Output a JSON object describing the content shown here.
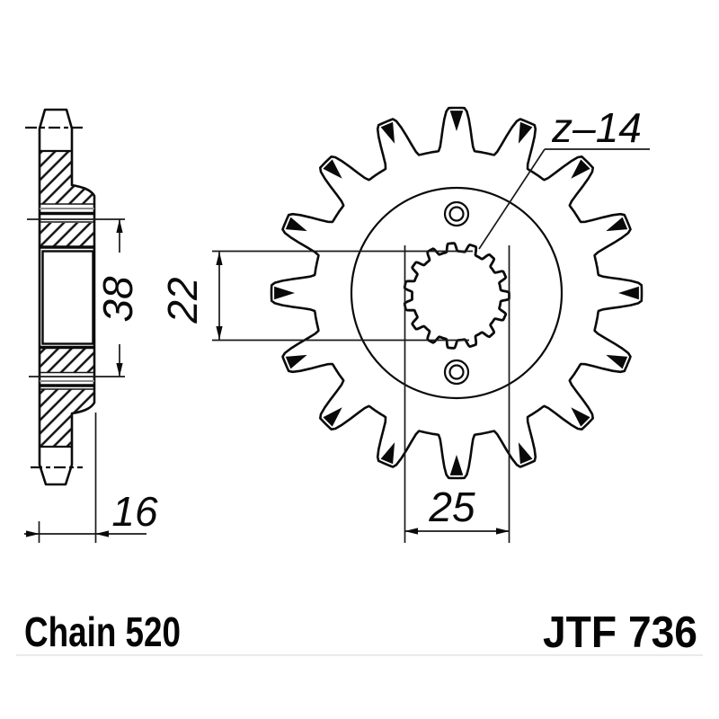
{
  "labels": {
    "chain": "Chain 520",
    "part_number": "JTF 736",
    "teeth_label": "z–14"
  },
  "dimensions": {
    "spline_bore_height": "22",
    "spline_bore_width": "25",
    "hub_diameter": "38",
    "overall_width": "16"
  },
  "colors": {
    "line": "#0a0a0a",
    "background": "#ffffff"
  },
  "drawing_meta": {
    "type": "front-sprocket-technical-drawing",
    "teeth_count_stated": "14",
    "views": [
      "side-section-view",
      "front-view"
    ]
  }
}
